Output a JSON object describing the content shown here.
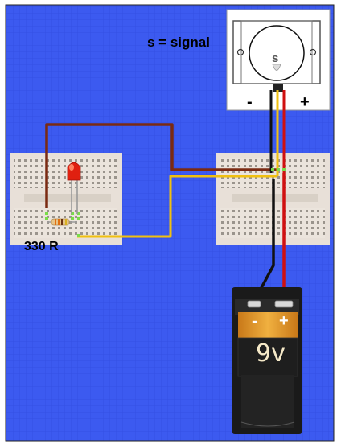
{
  "labels": {
    "signal": "s = signal",
    "resistor": "330 R",
    "servo_minus": "-",
    "servo_plus": "+",
    "servo_pin": "s",
    "battery_minus": "-",
    "battery_plus": "+",
    "battery_voltage": "9v"
  },
  "colors": {
    "background": "#3c5af0",
    "grid": "#2e46d8",
    "breadboard": "#e8e0d8",
    "wire_brown": "#7a2a12",
    "wire_yellow": "#f0c010",
    "wire_red": "#d01010",
    "wire_black": "#111111",
    "led": "#e02010",
    "battery_orange": "#e8a030"
  }
}
